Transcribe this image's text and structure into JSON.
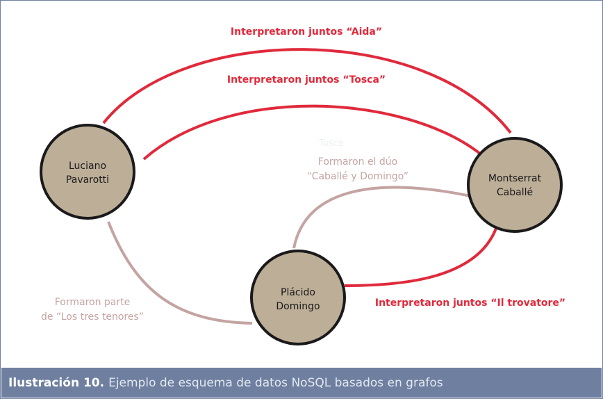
{
  "colors": {
    "node_fill": "#bdae98",
    "node_stroke": "#1a1a1a",
    "red_edge": "#e02a3c",
    "pink_edge": "#c4a4a2",
    "caption_bg": "#6e7fa0"
  },
  "nodes": {
    "pavarotti": {
      "line1": "Luciano",
      "line2": "Pavarotti"
    },
    "caballe": {
      "line1": "Montserrat",
      "line2": "Caballé"
    },
    "domingo": {
      "line1": "Plácido",
      "line2": "Domingo"
    }
  },
  "edges": {
    "aida": "Interpretaron juntos “Aida”",
    "tosca": "Interpretaron juntos “Tosca”",
    "trovatore": "Interpretaron juntos “Il trovatore”",
    "duo_line1": "Formaron el dúo",
    "duo_line2": "“Caballé y Domingo”",
    "tenores_line1": "Formaron parte",
    "tenores_line2": "de “Los tres tenores”",
    "ghost": "Tosca"
  },
  "caption": {
    "label": "Ilustración 10.",
    "text": "Ejemplo de esquema de datos NoSQL basados en grafos"
  }
}
